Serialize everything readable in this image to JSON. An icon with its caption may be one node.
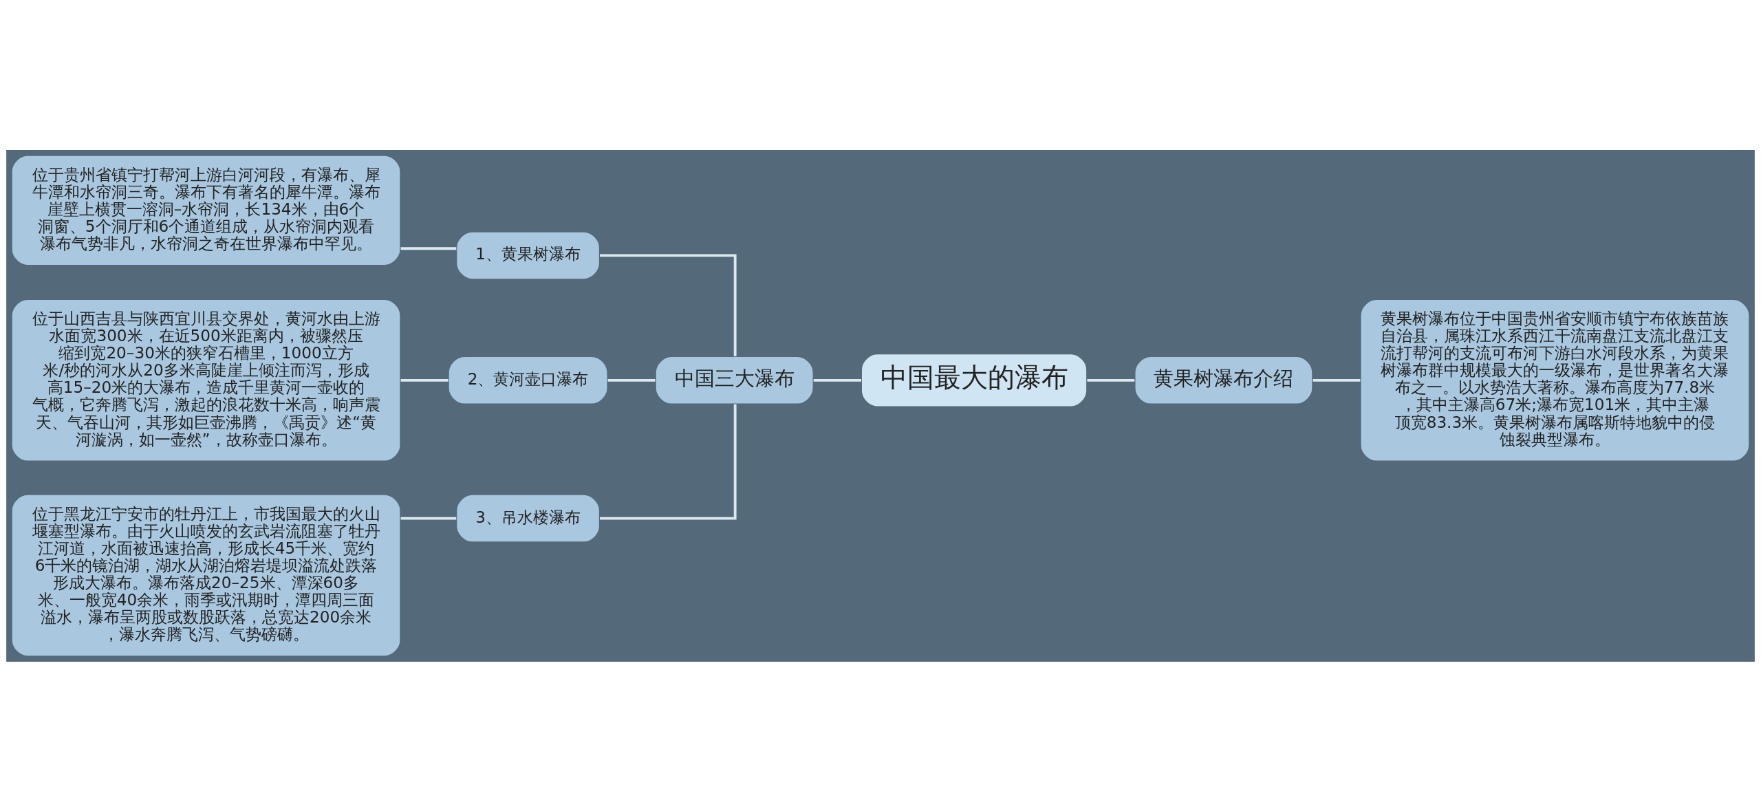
{
  "diagram": {
    "nodes": [
      {
        "text": [
          "中国最大的瀑布"
        ]
      },
      {
        "text": [
          "中国三大瀑布"
        ]
      },
      {
        "text": [
          "1、黄果树瀑布"
        ]
      },
      {
        "text": [
          "位于贵州省镇宁打帮河上游白河河段，有瀑布、犀牛潭和水帘洞三奇。瀑布下有著名的犀牛潭。瀑布崖壁上横贯一溶洞–水帘洞，长134米，由6个洞窗、5个洞厅和6个通道组成，从水帘洞内观看瀑布气势非凡，水帘洞之奇在世界瀑布中罕见。"
        ]
      },
      {
        "text": [
          "2、黄河壶口瀑布"
        ]
      },
      {
        "text": [
          "位于山西吉县与陕西宜川县交界处，黄河水由上游水面宽300米，在近500米距离内，被骤然压缩到宽20–30米的狭窄石槽里，1000立方米/秒的河水从20多米高陡崖上倾注而泻，形成高15–20米的大瀑布，造成千里黄河一壶收的气概，它奔腾飞泻，激起的浪花数十米高，响声震天、气吞山河，其形如巨壶沸腾，《禹贡》述“黄河漩涡，如一壶然”，故称壶口瀑布。"
        ]
      },
      {
        "text": [
          "3、吊水楼瀑布"
        ]
      },
      {
        "text": [
          "位于黑龙江宁安市的牡丹江上，市我国最大的火山堰塞型瀑布。由于火山喷发的玄武岩流阻塞了牡丹江河道，水面被迅速抬高，形成长45千米、宽约6千米的镜泊湖，湖水从湖泊熔岩堤坝溢流处跌落形成大瀑布。瀑布落成20–25米、潭深60多米、一般宽40余米，雨季或汛期时，潭四周三面溢水，瀑布呈两股或数股跃落，总宽达200余米，瀑水奔腾飞泻、气势磅礴。"
        ]
      },
      {
        "text": [
          "黄果树瀑布介绍"
        ]
      },
      {
        "text": [
          "黄果树瀑布位于中国贵州省安顺市镇宁布依族苗族自治县，属珠江水系西江干流南盘江支流北盘江支流打帮河的支流可布河下游白水河段水系，为黄果树瀑布群中规模最大的一级瀑布，是世界著名大瀑布之一。以水势浩大著称。瀑布高度为77.8米，其中主瀑高67米;瀑布宽101米，其中主瀑顶宽83.3米。黄果树瀑布属喀斯特地貌中的侵蚀裂典型瀑布。"
        ]
      }
    ],
    "edges": [
      {
        "from": 0,
        "to": 1,
        "arrow": "none"
      },
      {
        "from": 1,
        "to": 2,
        "arrow": "none"
      },
      {
        "from": 2,
        "to": 3,
        "arrow": "none"
      },
      {
        "from": 1,
        "to": 4,
        "arrow": "none"
      },
      {
        "from": 4,
        "to": 5,
        "arrow": "none"
      },
      {
        "from": 1,
        "to": 6,
        "arrow": "none"
      },
      {
        "from": 6,
        "to": 7,
        "arrow": "none"
      },
      {
        "from": 0,
        "to": 8,
        "arrow": "none"
      },
      {
        "from": 8,
        "to": 9,
        "arrow": "none"
      }
    ]
  }
}
